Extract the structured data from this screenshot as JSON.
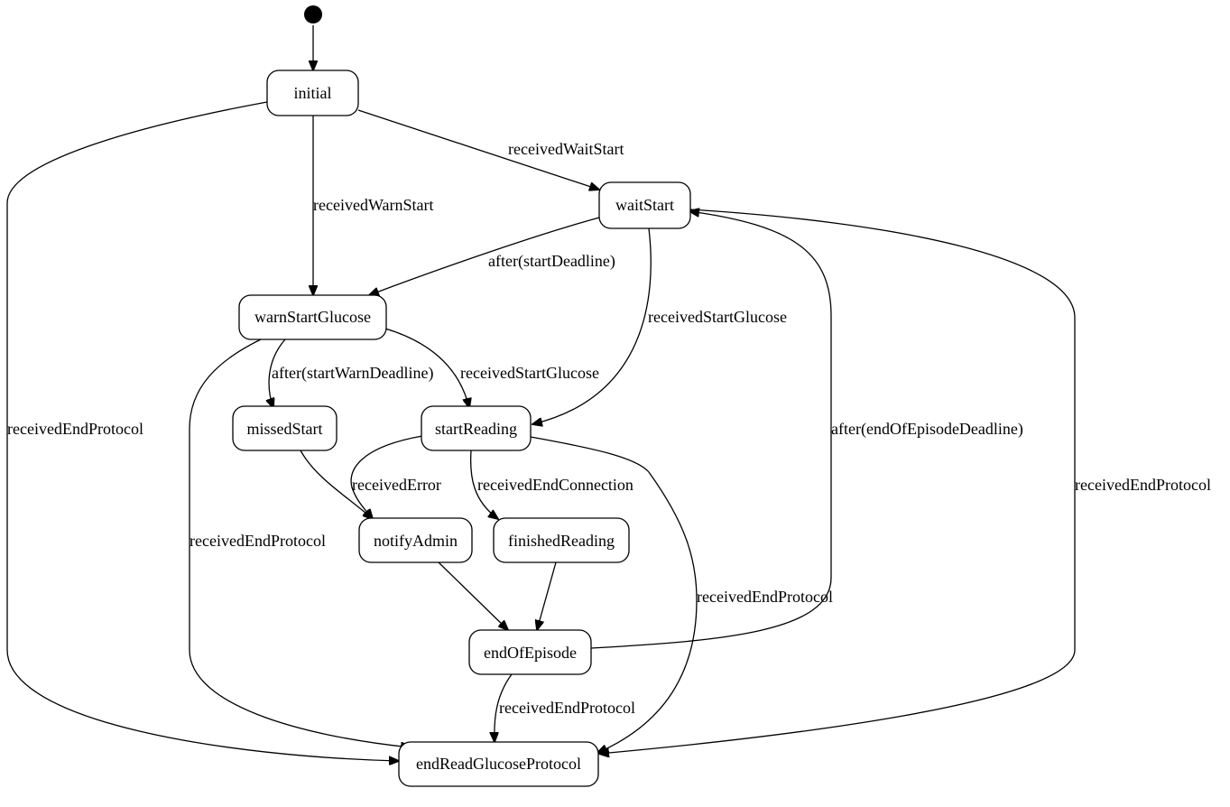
{
  "diagram": {
    "kind": "state machine",
    "initial_marker": "start-dot",
    "states": {
      "initial": "initial",
      "waitStart": "waitStart",
      "warnStartGlucose": "warnStartGlucose",
      "missedStart": "missedStart",
      "startReading": "startReading",
      "notifyAdmin": "notifyAdmin",
      "finishedReading": "finishedReading",
      "endOfEpisode": "endOfEpisode",
      "endReadGlucoseProtocol": "endReadGlucoseProtocol"
    },
    "transitions": [
      {
        "from": "start",
        "to": "initial",
        "label": ""
      },
      {
        "from": "initial",
        "to": "waitStart",
        "label": "receivedWaitStart"
      },
      {
        "from": "initial",
        "to": "warnStartGlucose",
        "label": "receivedWarnStart"
      },
      {
        "from": "initial",
        "to": "endReadGlucoseProtocol",
        "label": "receivedEndProtocol"
      },
      {
        "from": "waitStart",
        "to": "warnStartGlucose",
        "label": "after(startDeadline)"
      },
      {
        "from": "waitStart",
        "to": "startReading",
        "label": "receivedStartGlucose"
      },
      {
        "from": "waitStart",
        "to": "endReadGlucoseProtocol",
        "label": "receivedEndProtocol"
      },
      {
        "from": "warnStartGlucose",
        "to": "missedStart",
        "label": "after(startWarnDeadline)"
      },
      {
        "from": "warnStartGlucose",
        "to": "startReading",
        "label": "receivedStartGlucose"
      },
      {
        "from": "warnStartGlucose",
        "to": "endReadGlucoseProtocol",
        "label": "receivedEndProtocol"
      },
      {
        "from": "missedStart",
        "to": "notifyAdmin",
        "label": ""
      },
      {
        "from": "startReading",
        "to": "notifyAdmin",
        "label": "receivedError"
      },
      {
        "from": "startReading",
        "to": "finishedReading",
        "label": "receivedEndConnection"
      },
      {
        "from": "startReading",
        "to": "endReadGlucoseProtocol",
        "label": "receivedEndProtocol"
      },
      {
        "from": "notifyAdmin",
        "to": "endOfEpisode",
        "label": ""
      },
      {
        "from": "finishedReading",
        "to": "endOfEpisode",
        "label": ""
      },
      {
        "from": "endOfEpisode",
        "to": "waitStart",
        "label": "after(endOfEpisodeDeadline)"
      },
      {
        "from": "endOfEpisode",
        "to": "endReadGlucoseProtocol",
        "label": "receivedEndProtocol"
      }
    ]
  }
}
